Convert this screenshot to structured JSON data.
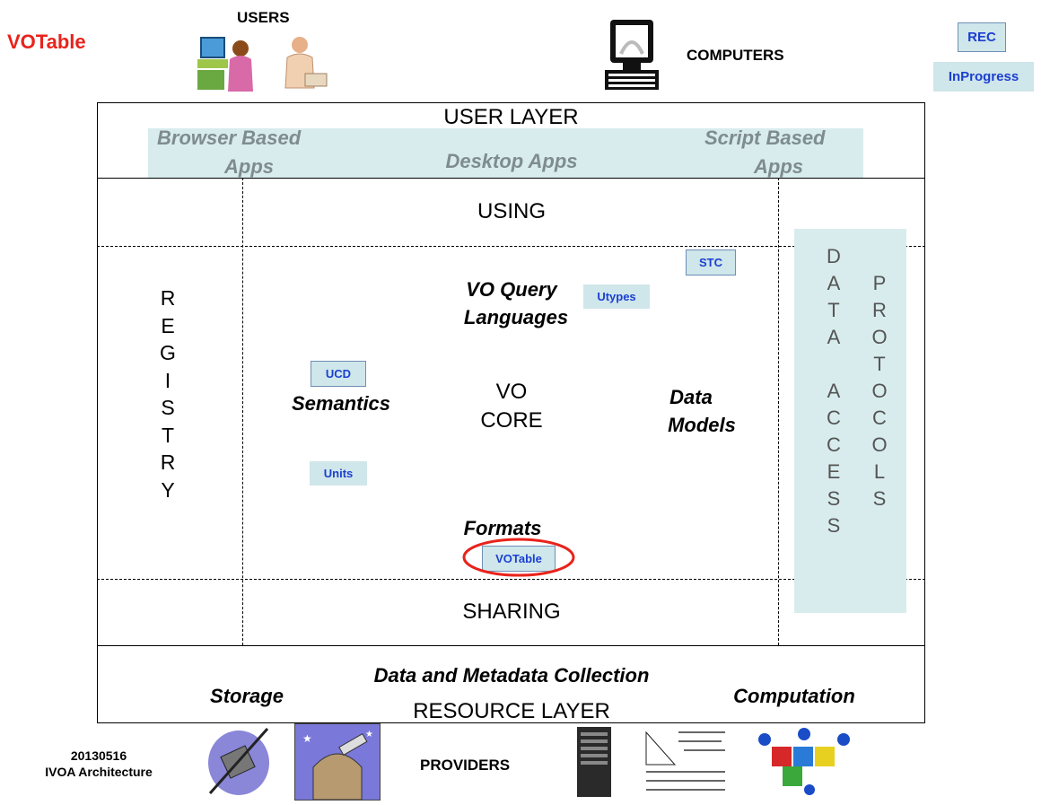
{
  "title": "VOTable",
  "users_label": "USERS",
  "computers_label": "COMPUTERS",
  "legend": {
    "rec": "REC",
    "inprogress": "InProgress"
  },
  "user_layer": {
    "title": "USER LAYER",
    "browser_line1": "Browser Based",
    "browser_line2": "Apps",
    "desktop": "Desktop Apps",
    "script_line1": "Script Based",
    "script_line2": "Apps"
  },
  "core": {
    "using": "USING",
    "sharing": "SHARING",
    "registry_letters": [
      "R",
      "E",
      "G",
      "I",
      "S",
      "T",
      "R",
      "Y"
    ],
    "data_access_letters": [
      "D",
      "A",
      "T",
      "A",
      "",
      "A",
      "C",
      "C",
      "E",
      "S",
      "S"
    ],
    "protocols_letters": [
      "P",
      "R",
      "O",
      "T",
      "O",
      "C",
      "O",
      "L",
      "S"
    ],
    "query_line1": "VO Query",
    "query_line2": "Languages",
    "semantics": "Semantics",
    "vo_line1": "VO",
    "vo_line2": "CORE",
    "dm_line1": "Data",
    "dm_line2": "Models",
    "formats": "Formats",
    "tags": {
      "stc": "STC",
      "utypes": "Utypes",
      "ucd": "UCD",
      "units": "Units",
      "votable": "VOTable"
    }
  },
  "resource_layer": {
    "collection": "Data and Metadata Collection",
    "storage": "Storage",
    "computation": "Computation",
    "title": "RESOURCE LAYER"
  },
  "footer": {
    "date": "20130516",
    "arch": "IVOA Architecture",
    "providers": "PROVIDERS"
  },
  "colors": {
    "title_red": "#e8231b",
    "tag_fill": "#cfe6ea",
    "tag_text": "#1b3fd0",
    "highlight_ring": "#e8231b"
  }
}
